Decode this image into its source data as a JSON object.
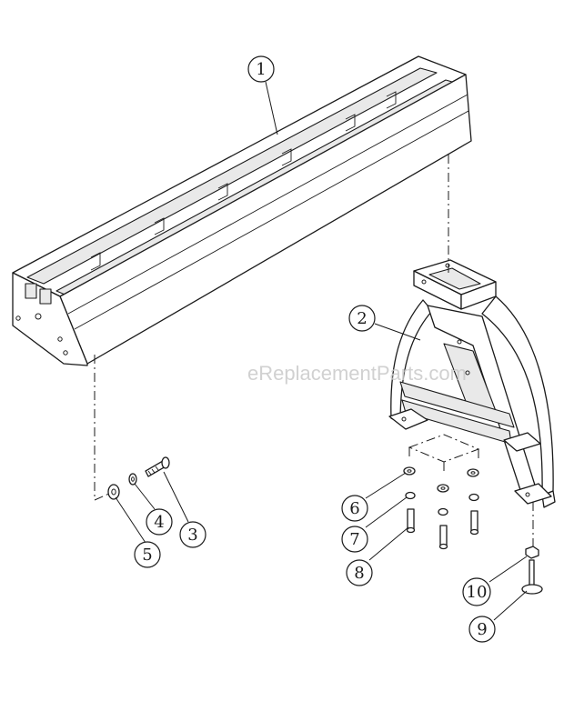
{
  "diagram": {
    "watermark": "eReplacementParts.com",
    "callouts": [
      {
        "id": "callout-1",
        "label": "1"
      },
      {
        "id": "callout-2",
        "label": "2"
      },
      {
        "id": "callout-3",
        "label": "3"
      },
      {
        "id": "callout-4",
        "label": "4"
      },
      {
        "id": "callout-5",
        "label": "5"
      },
      {
        "id": "callout-6",
        "label": "6"
      },
      {
        "id": "callout-7",
        "label": "7"
      },
      {
        "id": "callout-8",
        "label": "8"
      },
      {
        "id": "callout-9",
        "label": "9"
      },
      {
        "id": "callout-10",
        "label": "10"
      }
    ]
  }
}
